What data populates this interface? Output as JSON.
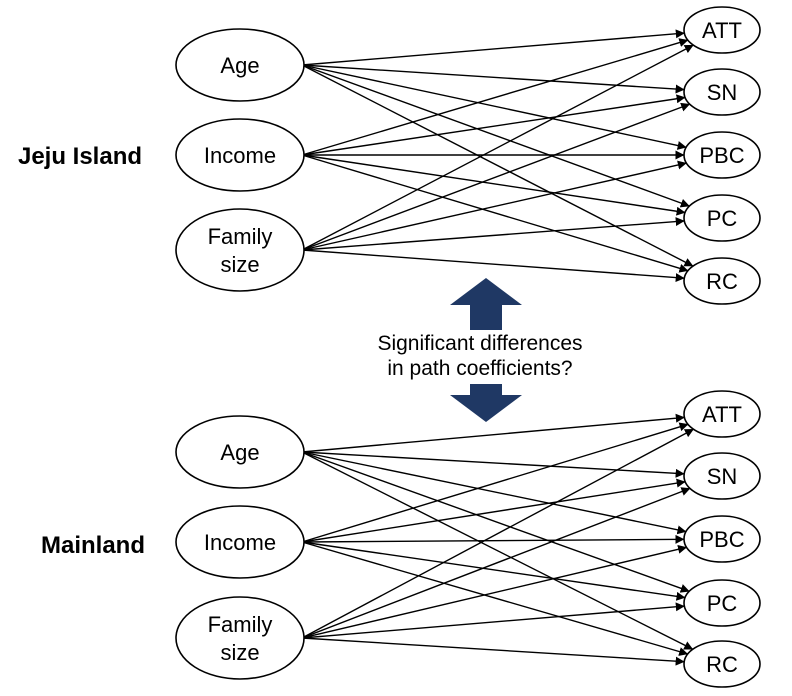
{
  "groups": [
    {
      "label": "Jeju Island",
      "sources": [
        {
          "id": "age",
          "lines": [
            "Age"
          ]
        },
        {
          "id": "income",
          "lines": [
            "Income"
          ]
        },
        {
          "id": "family",
          "lines": [
            "Family",
            "size"
          ]
        }
      ],
      "targets": [
        {
          "id": "att",
          "label": "ATT"
        },
        {
          "id": "sn",
          "label": "SN"
        },
        {
          "id": "pbc",
          "label": "PBC"
        },
        {
          "id": "pc",
          "label": "PC"
        },
        {
          "id": "rc",
          "label": "RC"
        }
      ]
    },
    {
      "label": "Mainland",
      "sources": [
        {
          "id": "age",
          "lines": [
            "Age"
          ]
        },
        {
          "id": "income",
          "lines": [
            "Income"
          ]
        },
        {
          "id": "family",
          "lines": [
            "Family",
            "size"
          ]
        }
      ],
      "targets": [
        {
          "id": "att",
          "label": "ATT"
        },
        {
          "id": "sn",
          "label": "SN"
        },
        {
          "id": "pbc",
          "label": "PBC"
        },
        {
          "id": "pc",
          "label": "PC"
        },
        {
          "id": "rc",
          "label": "RC"
        }
      ]
    }
  ],
  "question": [
    "Significant differences",
    "in path coefficients?"
  ],
  "colors": {
    "arrow_fill": "#1f3864",
    "line": "#000000"
  },
  "edges": "all-sources-to-all-targets"
}
